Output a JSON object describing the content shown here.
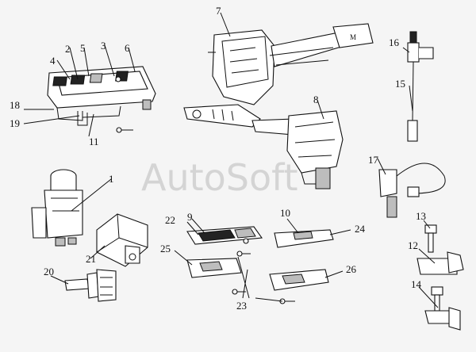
{
  "watermark": "AutoSoft",
  "callouts": [
    {
      "label": "1",
      "part": "ignition-switch"
    },
    {
      "label": "2",
      "part": "panel-switch-a"
    },
    {
      "label": "3",
      "part": "panel-switch-b"
    },
    {
      "label": "4",
      "part": "panel-switch-c"
    },
    {
      "label": "5",
      "part": "panel-switch-d"
    },
    {
      "label": "6",
      "part": "panel-switch-e"
    },
    {
      "label": "7",
      "part": "wiper-combination-switch"
    },
    {
      "label": "8",
      "part": "light-combination-switch"
    },
    {
      "label": "9",
      "part": "window-switch-front-left"
    },
    {
      "label": "10",
      "part": "window-switch-front-right"
    },
    {
      "label": "11",
      "part": "screw"
    },
    {
      "label": "12",
      "part": "sensor-bracket-a"
    },
    {
      "label": "13",
      "part": "bolt-a"
    },
    {
      "label": "14",
      "part": "bolt-b"
    },
    {
      "label": "15",
      "part": "sensor-lead"
    },
    {
      "label": "16",
      "part": "pressure-sensor"
    },
    {
      "label": "17",
      "part": "sensor-with-cable"
    },
    {
      "label": "18",
      "part": "switch-panel-frame"
    },
    {
      "label": "19",
      "part": "switch-panel-connector"
    },
    {
      "label": "20",
      "part": "brake-light-switch"
    },
    {
      "label": "21",
      "part": "relay-bracket"
    },
    {
      "label": "22",
      "part": "window-switch-bezel"
    },
    {
      "label": "23",
      "part": "screw-set"
    },
    {
      "label": "24",
      "part": "window-switch-bezel-right"
    },
    {
      "label": "25",
      "part": "window-switch-rear-left"
    },
    {
      "label": "26",
      "part": "window-switch-rear-right"
    }
  ]
}
